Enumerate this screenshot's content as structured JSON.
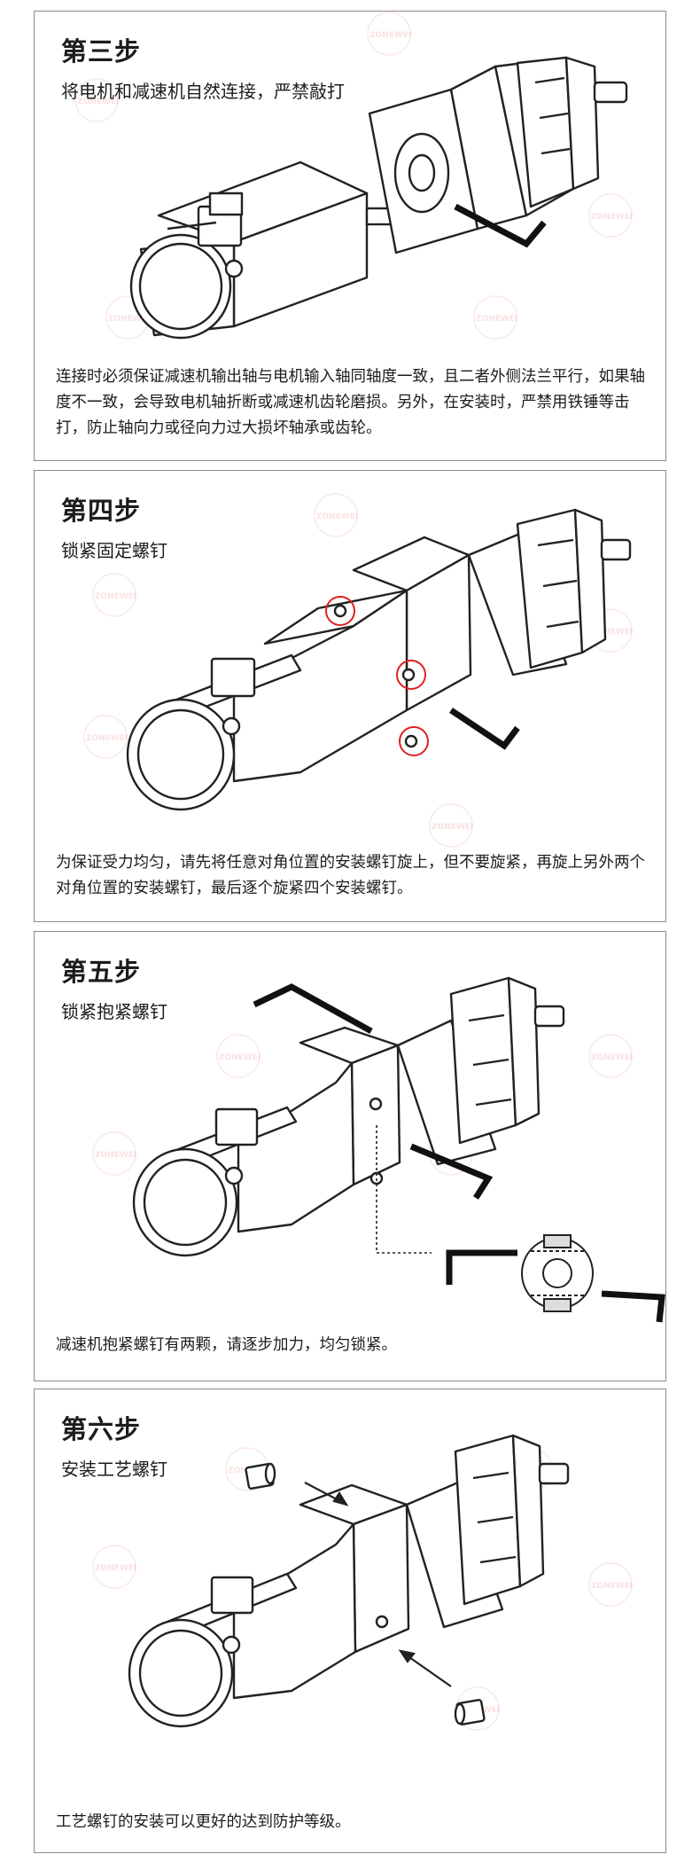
{
  "watermark_text": "ZONEWEI",
  "steps": [
    {
      "title": "第三步",
      "subtitle": "将电机和减速机自然连接，严禁敲打",
      "description": "连接时必须保证减速机输出轴与电机输入轴同轴度一致，且二者外侧法兰平行，如果轴度不一致，会导致电机轴折断或减速机齿轮磨损。另外，在安装时，严禁用铁锤等击打，防止轴向力或径向力过大损坏轴承或齿轮。"
    },
    {
      "title": "第四步",
      "subtitle": "锁紧固定螺钉",
      "description": "为保证受力均匀，请先将任意对角位置的安装螺钉旋上，但不要旋紧，再旋上另外两个对角位置的安装螺钉，最后逐个旋紧四个安装螺钉。"
    },
    {
      "title": "第五步",
      "subtitle": "锁紧抱紧螺钉",
      "description": "减速机抱紧螺钉有两颗，请逐步加力，均匀锁紧。"
    },
    {
      "title": "第六步",
      "subtitle": "安装工艺螺钉",
      "description": "工艺螺钉的安装可以更好的达到防护等级。"
    }
  ],
  "colors": {
    "border": "#8a8a8a",
    "highlight_circle": "#e02020",
    "watermark": "#d21e1e"
  }
}
